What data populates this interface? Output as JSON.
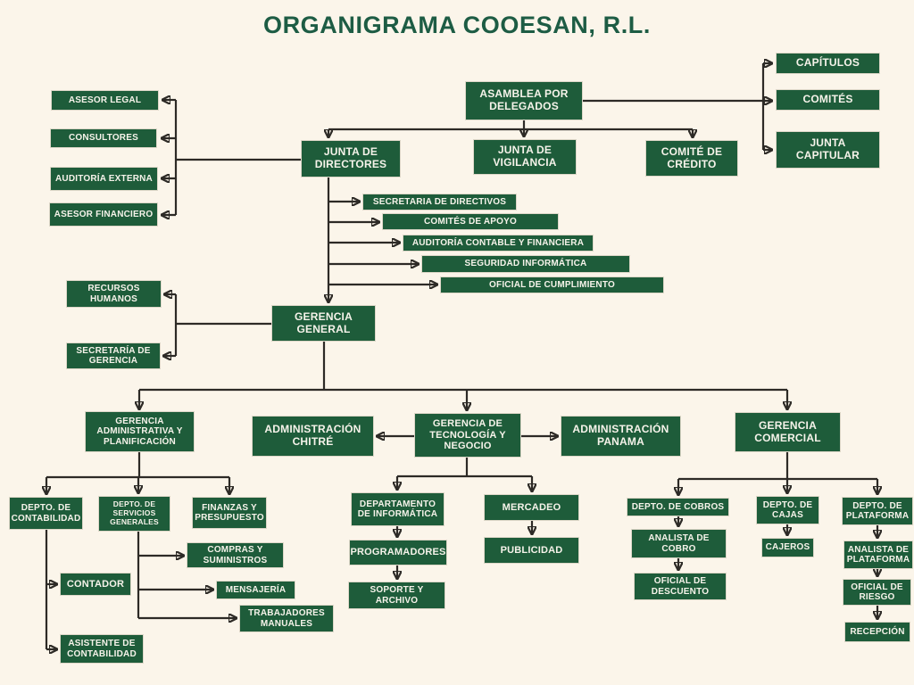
{
  "title": "ORGANIGRAMA COOESAN, R.L.",
  "colors": {
    "background": "#fbf5ea",
    "box_green": "#1e5c3a",
    "title_green": "#1d5c44",
    "line": "#2d2a26",
    "box_text": "#f6f3ea"
  },
  "nodes": {
    "asamblea_por_delegados": "ASAMBLEA POR DELEGADOS",
    "capitulos": "CAPÍTULOS",
    "comites": "COMITÉS",
    "junta_capitular": "JUNTA CAPITULAR",
    "junta_de_directores": "JUNTA DE DIRECTORES",
    "junta_de_vigilancia": "JUNTA DE VIGILANCIA",
    "comite_de_credito": "COMITÉ DE CRÉDITO",
    "asesor_legal": "ASESOR LEGAL",
    "consultores": "CONSULTORES",
    "auditoria_externa": "AUDITORÍA EXTERNA",
    "asesor_financiero": "ASESOR FINANCIERO",
    "secretaria_de_directivos": "SECRETARIA DE DIRECTIVOS",
    "comites_de_apoyo": "COMITÉS DE APOYO",
    "auditoria_contable_y_financiera": "AUDITORÍA CONTABLE Y FINANCIERA",
    "seguridad_informatica": "SEGURIDAD INFORMÁTICA",
    "oficial_de_cumplimiento": "OFICIAL DE CUMPLIMIENTO",
    "recursos_humanos": "RECURSOS HUMANOS",
    "secretaria_de_gerencia": "SECRETARÍA DE GERENCIA",
    "gerencia_general": "GERENCIA GENERAL",
    "gerencia_administrativa_y_planificacion": "GERENCIA ADMINISTRATIVA Y PLANIFICACIÓN",
    "administracion_chitre": "ADMINISTRACIÓN CHITRÉ",
    "gerencia_de_tecnologia_y_negocio": "GERENCIA DE TECNOLOGÍA Y NEGOCIO",
    "administracion_panama": "ADMINISTRACIÓN PANAMA",
    "gerencia_comercial": "GERENCIA COMERCIAL",
    "depto_de_contabilidad": "DEPTO. DE CONTABILIDAD",
    "depto_de_servicios_generales": "DEPTO. DE SERVICIOS GENERALES",
    "finanzas_y_presupuesto": "FINANZAS Y PRESUPUESTO",
    "compras_y_suministros": "COMPRAS Y SUMINISTROS",
    "mensajeria": "MENSAJERÍA",
    "trabajadores_manuales": "TRABAJADORES MANUALES",
    "contador": "CONTADOR",
    "asistente_de_contabilidad": "ASISTENTE DE CONTABILIDAD",
    "departamento_de_informatica": "DEPARTAMENTO DE INFORMÁTICA",
    "programadores": "PROGRAMADORES",
    "soporte_y_archivo": "SOPORTE Y ARCHIVO",
    "mercadeo": "MERCADEO",
    "publicidad": "PUBLICIDAD",
    "depto_de_cobros": "DEPTO. DE COBROS",
    "analista_de_cobro": "ANALISTA DE COBRO",
    "oficial_de_descuento": "OFICIAL DE DESCUENTO",
    "depto_de_cajas": "DEPTO. DE CAJAS",
    "cajeros": "CAJEROS",
    "depto_de_plataforma": "DEPTO. DE PLATAFORMA",
    "analista_de_plataforma": "ANALISTA DE PLATAFORMA",
    "oficial_de_riesgo": "OFICIAL DE RIESGO",
    "recepcion": "RECEPCIÓN"
  }
}
